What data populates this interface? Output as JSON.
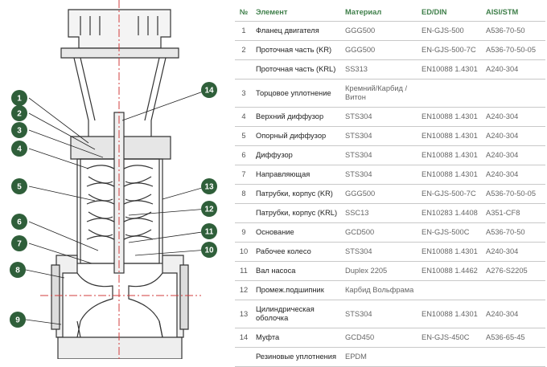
{
  "table": {
    "headers": [
      "№",
      "Элемент",
      "Материал",
      "ED/DIN",
      "AISI/STM"
    ],
    "rows": [
      {
        "num": "1",
        "element": "Фланец двигателя",
        "material": "GGG500",
        "din": "EN-GJS-500",
        "aisi": "A536-70-50"
      },
      {
        "num": "2",
        "element": "Проточная часть (KR)",
        "material": "GGG500",
        "din": "EN-GJS-500-7C",
        "aisi": "A536-70-50-05"
      },
      {
        "num": "",
        "element": "Проточная часть (KRL)",
        "material": "SS313",
        "din": "EN10088 1.4301",
        "aisi": "A240-304"
      },
      {
        "num": "3",
        "element": "Торцовое уплотнение",
        "material": "Кремний/Карбид /Витон",
        "din": "",
        "aisi": ""
      },
      {
        "num": "4",
        "element": "Верхний диффузор",
        "material": "STS304",
        "din": "EN10088 1.4301",
        "aisi": "A240-304"
      },
      {
        "num": "5",
        "element": "Опорный диффузор",
        "material": "STS304",
        "din": "EN10088 1.4301",
        "aisi": "A240-304"
      },
      {
        "num": "6",
        "element": "Диффузор",
        "material": "STS304",
        "din": "EN10088 1.4301",
        "aisi": "A240-304"
      },
      {
        "num": "7",
        "element": "Направляющая",
        "material": "STS304",
        "din": "EN10088 1.4301",
        "aisi": "A240-304"
      },
      {
        "num": "8",
        "element": "Патрубки, корпус (KR)",
        "material": "GGG500",
        "din": "EN-GJS-500-7C",
        "aisi": "A536-70-50-05"
      },
      {
        "num": "",
        "element": "Патрубки, корпус (KRL)",
        "material": "SSC13",
        "din": "EN10283 1.4408",
        "aisi": "A351-CF8"
      },
      {
        "num": "9",
        "element": "Основание",
        "material": "GCD500",
        "din": "EN-GJS-500C",
        "aisi": "A536-70-50"
      },
      {
        "num": "10",
        "element": "Рабочее колесо",
        "material": "STS304",
        "din": "EN10088 1.4301",
        "aisi": "A240-304"
      },
      {
        "num": "11",
        "element": "Вал насоса",
        "material": "Duplex 2205",
        "din": "EN10088 1.4462",
        "aisi": "A276-S2205"
      },
      {
        "num": "12",
        "element": "Промеж.подшипник",
        "material": "Карбид Вольфрама",
        "din": "",
        "aisi": ""
      },
      {
        "num": "13",
        "element": "Цилиндрическая оболочка",
        "material": "STS304",
        "din": "EN10088 1.4301",
        "aisi": "A240-304"
      },
      {
        "num": "14",
        "element": "Муфта",
        "material": "GCD450",
        "din": "EN-GJS-450C",
        "aisi": "A536-65-45"
      },
      {
        "num": "",
        "element": "Резиновые уплотнения",
        "material": "EPDM",
        "din": "",
        "aisi": ""
      }
    ]
  },
  "callouts": [
    "1",
    "2",
    "3",
    "4",
    "5",
    "6",
    "7",
    "8",
    "9",
    "10",
    "11",
    "12",
    "13",
    "14"
  ],
  "colors": {
    "header": "#3f7f4a",
    "callout": "#2f5f3a",
    "axis": "#d23c3c",
    "line": "#333333"
  }
}
